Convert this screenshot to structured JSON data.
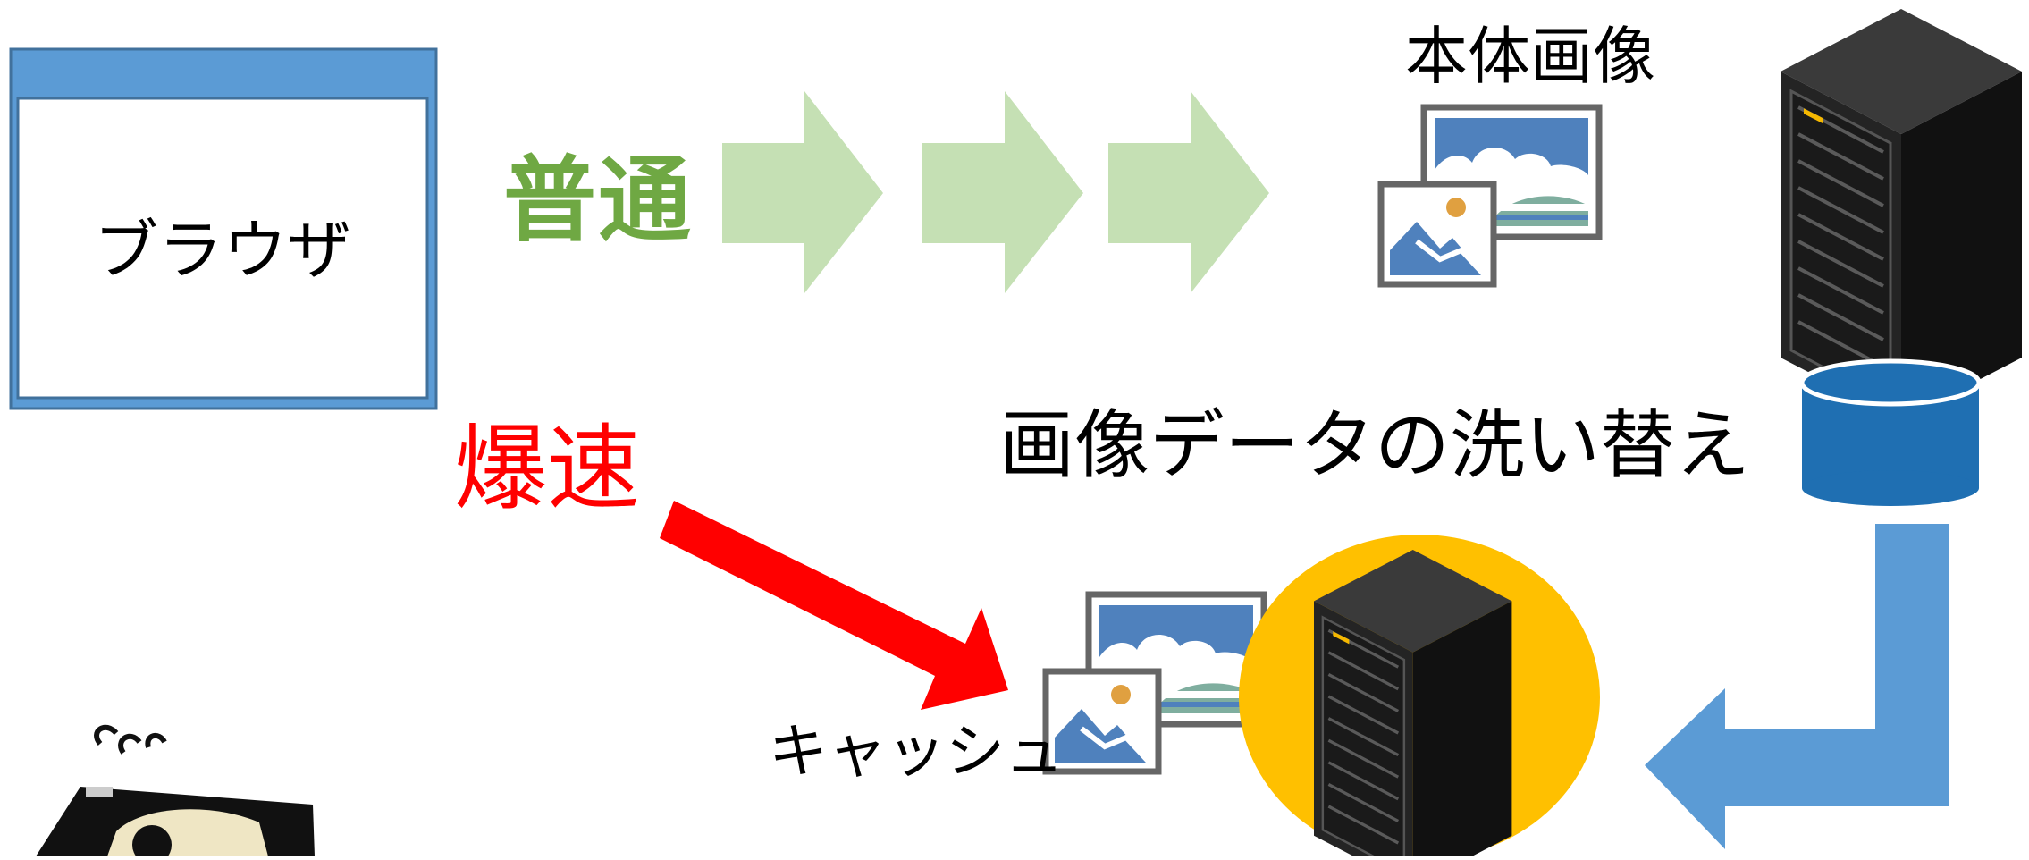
{
  "browser": {
    "label": "ブラウザ"
  },
  "paths": {
    "normal_label": "普通",
    "fast_label": "爆速"
  },
  "origin": {
    "image_label": "本体画像"
  },
  "sync": {
    "label": "画像データの洗い替え"
  },
  "cache": {
    "label": "キャッシュ"
  },
  "colors": {
    "browser_blue": "#5b9bd5",
    "browser_border": "#41719c",
    "normal_green": "#6fa843",
    "normal_arrow": "#c5e0b4",
    "fast_red": "#ff0000",
    "sync_blue": "#5b9bd5",
    "database_blue": "#1f6fb2",
    "cache_gold": "#ffc000",
    "server_black": "#1a1a1a",
    "server_led": "#f5b800",
    "photo_frame": "#666666",
    "photo_sky": "#4f81bd",
    "photo_mountain": "#4f81bd",
    "photo_sun": "#e0a040",
    "photo_hill": "#7fae9f"
  },
  "icons": [
    "browser-window-icon",
    "photo-icon",
    "server-rack-icon",
    "database-icon",
    "mascot-icon"
  ]
}
